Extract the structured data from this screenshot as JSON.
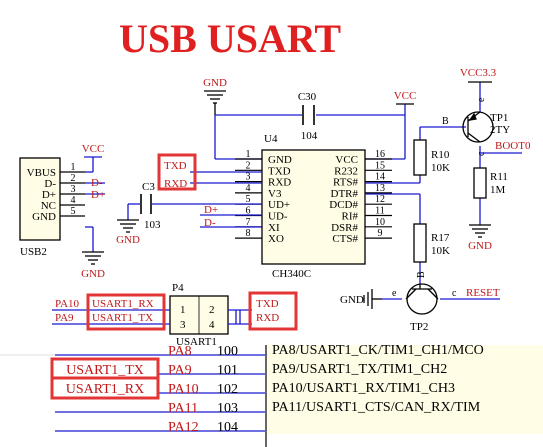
{
  "title": "USB USART",
  "colors": {
    "title": "#e02020",
    "wire": "#1a1ad0",
    "black": "#000000",
    "pin_red": "#c01818",
    "highlight": "#e33535"
  },
  "ic": {
    "ref": "U4",
    "part": "CH340C",
    "left_pins": [
      {
        "num": "1",
        "name": "GND"
      },
      {
        "num": "2",
        "name": "TXD"
      },
      {
        "num": "3",
        "name": "RXD"
      },
      {
        "num": "4",
        "name": "V3"
      },
      {
        "num": "5",
        "name": "UD+"
      },
      {
        "num": "6",
        "name": "UD-"
      },
      {
        "num": "7",
        "name": "XI"
      },
      {
        "num": "8",
        "name": "XO"
      }
    ],
    "right_pins": [
      {
        "num": "16",
        "name": "VCC"
      },
      {
        "num": "15",
        "name": "R232"
      },
      {
        "num": "14",
        "name": "RTS#"
      },
      {
        "num": "13",
        "name": "DTR#"
      },
      {
        "num": "12",
        "name": "DCD#"
      },
      {
        "num": "11",
        "name": "RI#"
      },
      {
        "num": "10",
        "name": "DSR#"
      },
      {
        "num": "9",
        "name": "CTS#"
      }
    ]
  },
  "usb": {
    "ref": "USB2",
    "pins": [
      {
        "num": "1",
        "name": "VBUS"
      },
      {
        "num": "2",
        "name": "D-"
      },
      {
        "num": "3",
        "name": "D+"
      },
      {
        "num": "4",
        "name": "NC"
      },
      {
        "num": "5",
        "name": "GND"
      }
    ],
    "net_dm": "D-",
    "net_dp": "D+"
  },
  "nets": {
    "gnd": "GND",
    "vcc": "VCC",
    "vcc33": "VCC3.3",
    "txd": "TXD",
    "rxd": "RXD",
    "dp": "D+",
    "dm": "D-",
    "boot0": "BOOT0",
    "reset": "RESET",
    "usart1_rx": "USART1_RX",
    "usart1_tx": "USART1_TX",
    "pa10": "PA10",
    "pa9": "PA9"
  },
  "caps": {
    "c30_ref": "C30",
    "c30_val": "104",
    "c_ref": "C3",
    "c_val": "103"
  },
  "resistors": {
    "r10_ref": "R10",
    "r10_val": "10K",
    "r11_ref": "R11",
    "r11_val": "1M",
    "r17_ref": "R17",
    "r17_val": "10K"
  },
  "transistors": {
    "tp1_ref": "TP1",
    "tp1_val": "2TY",
    "tp2_ref": "TP2",
    "pin_b": "B",
    "pin_c": "c",
    "pin_e": "e"
  },
  "header": {
    "ref": "P4",
    "name": "USART1",
    "pins": [
      "1",
      "2",
      "3",
      "4"
    ]
  },
  "pinlist": {
    "rows": [
      {
        "label": "PA8",
        "num": "100",
        "func": "PA8/USART1_CK/TIM1_CH1/MCO",
        "highlight": ""
      },
      {
        "label": "PA9",
        "num": "101",
        "func": "PA9/USART1_TX/TIM1_CH2",
        "highlight": "USART1_TX"
      },
      {
        "label": "PA10",
        "num": "102",
        "func": "PA10/USART1_RX/TIM1_CH3",
        "highlight": "USART1_RX"
      },
      {
        "label": "PA11",
        "num": "103",
        "func": "PA11/USART1_CTS/CAN_RX/TIM",
        "highlight": ""
      },
      {
        "label": "PA12",
        "num": "104",
        "func": "",
        "highlight": ""
      }
    ]
  }
}
